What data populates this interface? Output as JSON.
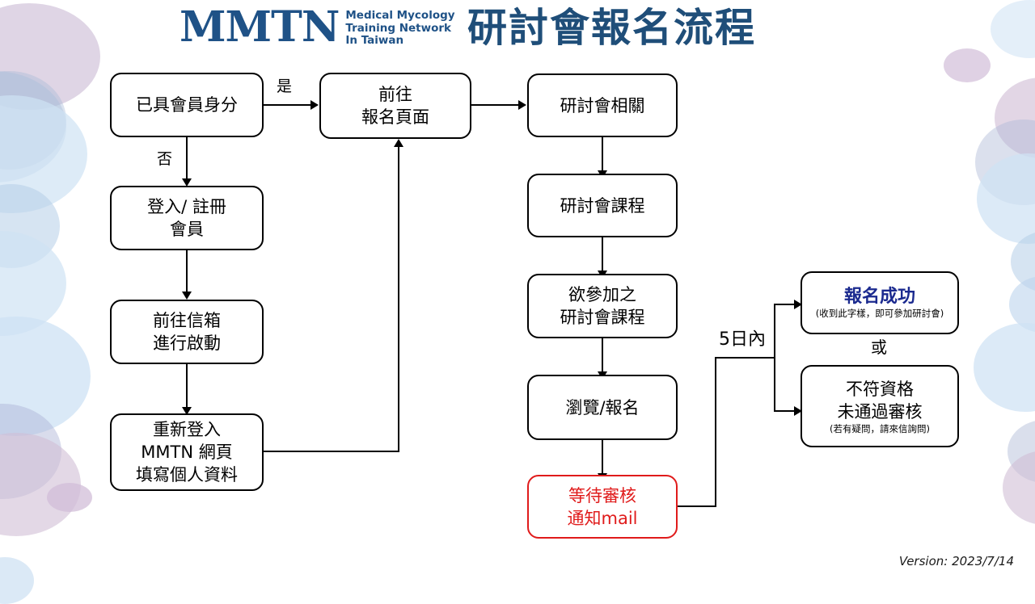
{
  "header": {
    "logo_mark": "MMTN",
    "logo_sub_lines": [
      "Medical Mycology",
      "Training Network",
      "In Taiwan"
    ],
    "title": "研討會報名流程",
    "brand_color": "#1F4E79"
  },
  "nodes": {
    "member_status": {
      "lines": [
        "已具會員身分"
      ]
    },
    "login_register": {
      "lines": [
        "登入/ 註冊",
        "會員"
      ]
    },
    "mailbox_activate": {
      "lines": [
        "前往信箱",
        "進行啟動"
      ]
    },
    "relogin_fill": {
      "lines": [
        "重新登入",
        "MMTN 網頁",
        "填寫個人資料"
      ]
    },
    "go_signup_page": {
      "lines": [
        "前往",
        "報名頁面"
      ]
    },
    "seminar_related": {
      "lines": [
        "研討會相關"
      ]
    },
    "seminar_course": {
      "lines": [
        "研討會課程"
      ]
    },
    "desired_course": {
      "lines": [
        "欲參加之",
        "研討會課程"
      ]
    },
    "browse_signup": {
      "lines": [
        "瀏覽/報名"
      ]
    },
    "await_review": {
      "lines": [
        "等待審核",
        "通知mail"
      ],
      "color": "#e01b1b"
    },
    "success": {
      "title": "報名成功",
      "note": "(收到此字樣，即可參加研討會)",
      "title_color": "#1B2A8F"
    },
    "rejected": {
      "lines": [
        "不符資格",
        "未通過審核"
      ],
      "note": "(若有疑問，請來信詢問)"
    }
  },
  "labels": {
    "yes": "是",
    "no": "否",
    "within_five_days": "5日內",
    "or": "或"
  },
  "footer": {
    "version": "Version: 2023/7/14"
  }
}
